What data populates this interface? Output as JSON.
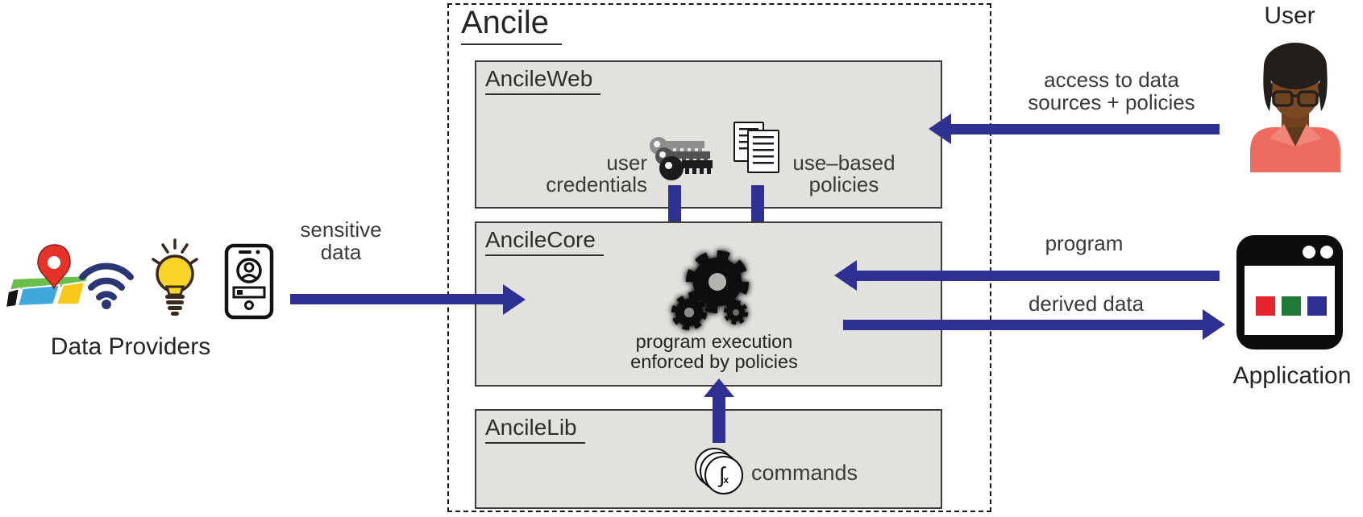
{
  "ancile": {
    "title": "Ancile"
  },
  "ancile_web": {
    "label": "AncileWeb",
    "user_credentials_line1": "user",
    "user_credentials_line2": "credentials",
    "use_based_line1": "use–based",
    "use_based_line2": "policies"
  },
  "ancile_core": {
    "label": "AncileCore",
    "caption_line1": "program execution",
    "caption_line2": "enforced by policies"
  },
  "ancile_lib": {
    "label": "AncileLib",
    "commands_label": "commands",
    "function_symbol": "∫",
    "function_sub": "x"
  },
  "providers": {
    "label": "Data Providers"
  },
  "actors": {
    "user_label": "User",
    "application_label": "Application"
  },
  "edges": {
    "sensitive_line1": "sensitive",
    "sensitive_line2": "data",
    "access_line1": "access to data",
    "access_line2": "sources + policies",
    "program_label": "program",
    "derived_label": "derived data"
  },
  "icons": {
    "map": "map-pin-icon",
    "wifi": "wifi-icon",
    "bulb": "lightbulb-icon",
    "phone": "smartphone-contact-icon",
    "keys": "keys-icon",
    "documents": "policy-documents-icon",
    "gears": "gears-icon",
    "function": "function-commands-icon",
    "user": "user-avatar-icon",
    "application": "application-window-icon"
  },
  "colors": {
    "arrow_blue": "#2e3192",
    "box_fill": "#e3e1de",
    "box_border": "#3d3d3c",
    "pin_red": "#e6332a",
    "map_green": "#6abf4b",
    "map_blue": "#3fa9dc",
    "map_yellow": "#f8c819",
    "wifi_navy": "#2b3674",
    "bulb_yellow": "#f8d426",
    "shirt_salmon": "#ee6b5f",
    "skin_brown": "#7b4a24",
    "app_red": "#e62430",
    "app_green": "#1e7a36",
    "app_blue": "#2e3192"
  }
}
